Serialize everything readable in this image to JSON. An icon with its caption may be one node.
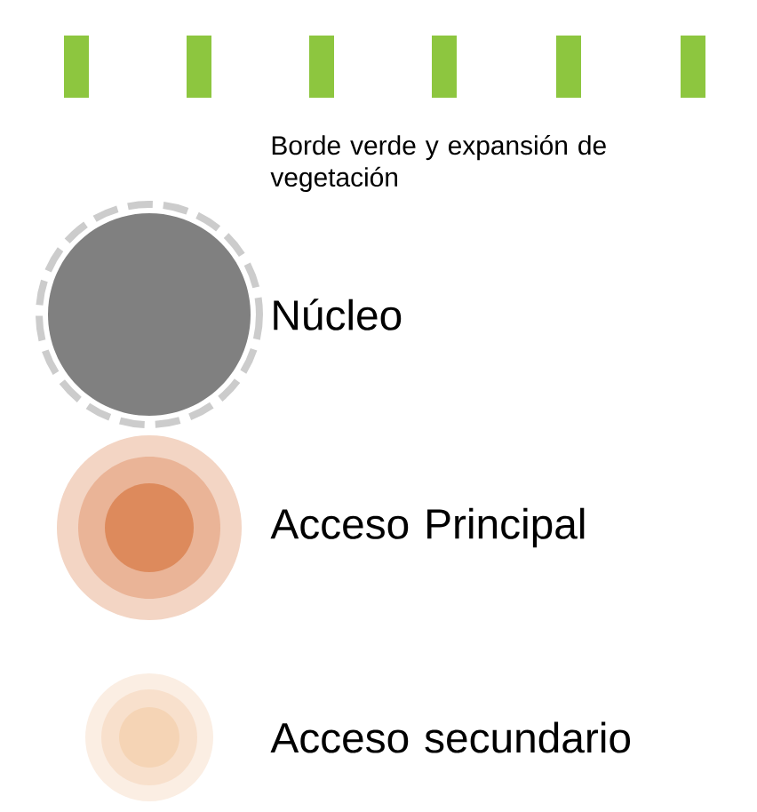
{
  "diagram": {
    "legend": [
      {
        "text": "Borde verde y expansión de vegetación"
      },
      {
        "text": "Núcleo"
      },
      {
        "text": "Acceso Principal"
      },
      {
        "text": "Acceso secundario"
      }
    ]
  }
}
